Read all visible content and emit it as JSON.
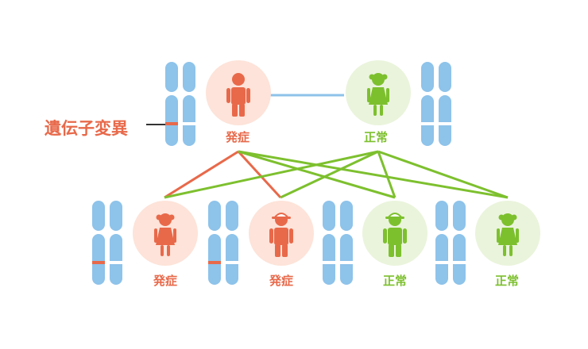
{
  "colors": {
    "affected": "#e8694a",
    "affected_bg": "#fde3d9",
    "normal": "#7dc02e",
    "normal_bg": "#eaf4dc",
    "chromosome": "#8ec3ea",
    "chromosome_band": "#e8694a",
    "chromosome_stripe": "#ffffff",
    "spouse_link": "#8ec3ea"
  },
  "mutation_label": "遺伝子変異",
  "parents": [
    {
      "id": "father",
      "status": "発症",
      "icon": "male-person-icon",
      "affected": true
    },
    {
      "id": "mother",
      "status": "正常",
      "icon": "female-person-icon",
      "affected": false
    }
  ],
  "children": [
    {
      "id": "child-1",
      "status": "発症",
      "icon": "girl-person-icon",
      "affected": true
    },
    {
      "id": "child-2",
      "status": "発症",
      "icon": "boy-cap-person-icon",
      "affected": true
    },
    {
      "id": "child-3",
      "status": "正常",
      "icon": "boy-cap-person-icon",
      "affected": false
    },
    {
      "id": "child-4",
      "status": "正常",
      "icon": "girl-person-icon",
      "affected": false
    }
  ]
}
